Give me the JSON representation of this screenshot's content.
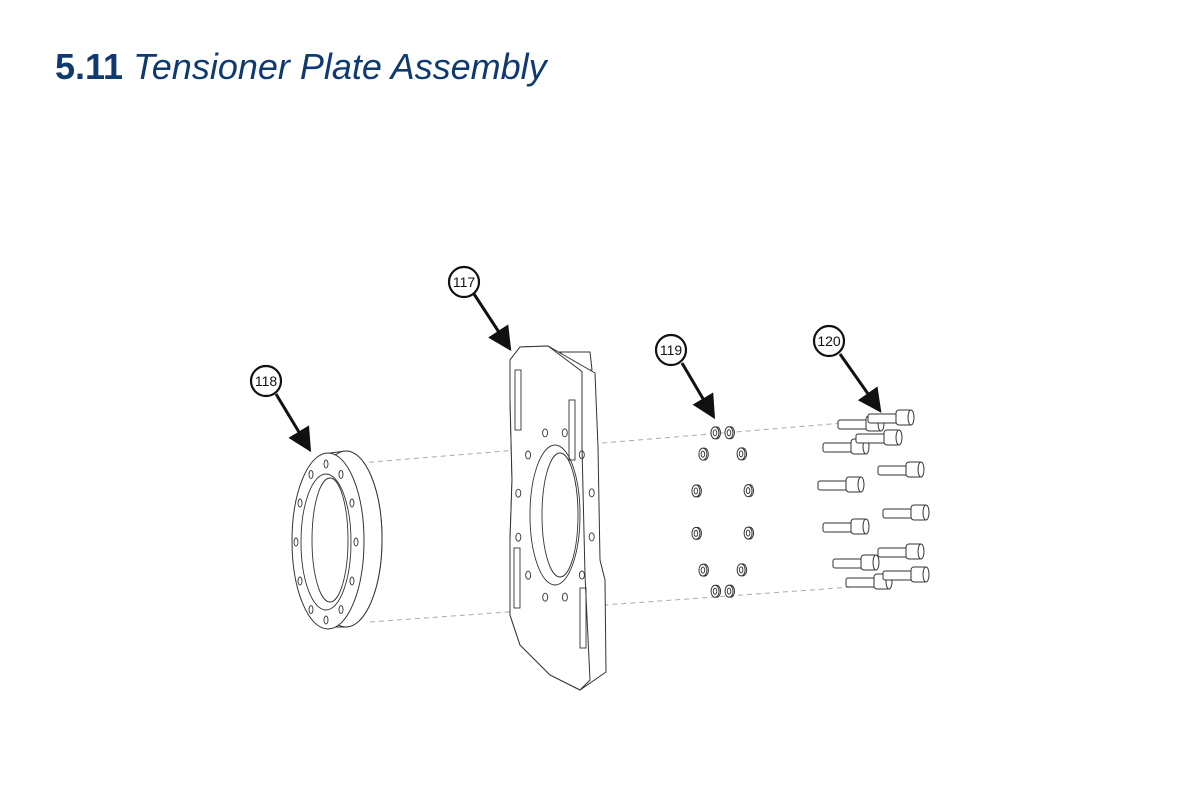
{
  "heading": {
    "number": "5.11",
    "title": "Tensioner Plate Assembly"
  },
  "callouts": [
    {
      "label": "117",
      "part": "tensioner-plate"
    },
    {
      "label": "118",
      "part": "ring"
    },
    {
      "label": "119",
      "part": "nuts"
    },
    {
      "label": "120",
      "part": "bolts"
    }
  ]
}
